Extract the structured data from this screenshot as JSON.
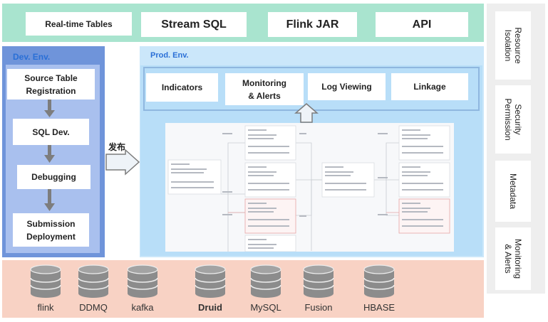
{
  "top_band": [
    "Real-time Tables",
    "Stream SQL",
    "Flink JAR",
    "API"
  ],
  "dev_env": {
    "title": "Dev. Env.",
    "steps": [
      "Source Table\nRegistration",
      "SQL Dev.",
      "Debugging",
      "Submission\nDeployment"
    ]
  },
  "publish_label": "发布",
  "prod_env": {
    "title": "Prod. Env.",
    "items": [
      "Indicators",
      "Monitoring\n& Alerts",
      "Log Viewing",
      "Linkage"
    ]
  },
  "side_items": [
    "Resource\nIsolation",
    "Security\nPermission",
    "Metadata",
    "Monitoring\n& Alerts"
  ],
  "storages": [
    "flink",
    "DDMQ",
    "kafka",
    "Druid",
    "MySQL",
    "Fusion",
    "HBASE"
  ],
  "colors": {
    "top_band": "#a9e4cf",
    "dev_panel": "#6f94da",
    "prod_panel": "#cbe7fa",
    "bottom_band": "#f8d2c4",
    "title_blue": "#2a6fd6",
    "db_icon": "#8c8c8c"
  }
}
